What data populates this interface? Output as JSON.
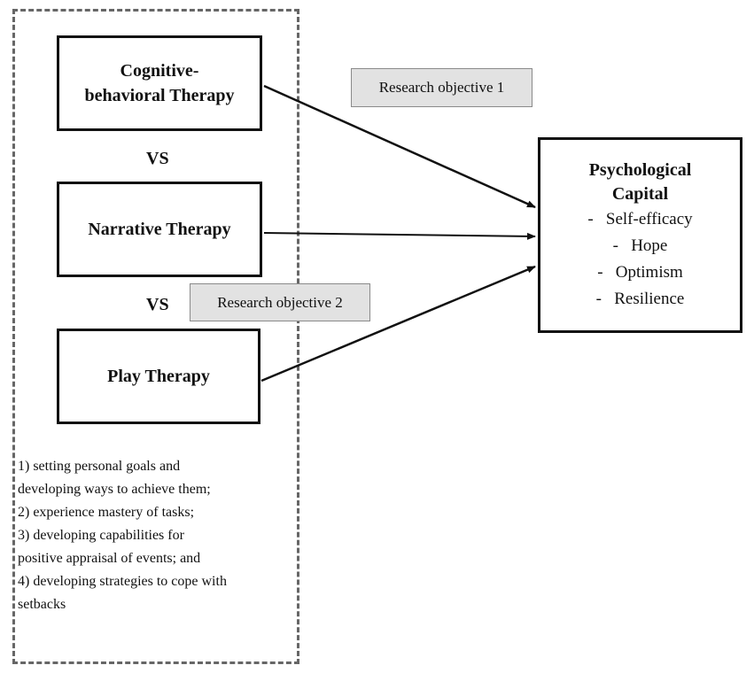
{
  "nodes": {
    "cbt": "Cognitive-\nbehavioral Therapy",
    "narrative": "Narrative Therapy",
    "play": "Play Therapy",
    "psycap_title": "Psychological\nCapital",
    "psycap_items": [
      "-   Self-efficacy",
      "-   Hope",
      "-   Optimism",
      "-   Resilience"
    ]
  },
  "vs_labels": [
    "VS",
    "VS"
  ],
  "objectives": [
    "Research objective 1",
    "Research objective 2"
  ],
  "strategies": [
    "1) setting personal goals and\ndeveloping ways to achieve them;",
    "2) experience mastery of tasks;",
    "3) developing capabilities for\npositive appraisal of events; and",
    "4) developing strategies to cope with\nsetbacks"
  ],
  "colors": {
    "line": "#111111",
    "dashed_border": "#666666",
    "objective_fill": "#e2e2e2"
  }
}
